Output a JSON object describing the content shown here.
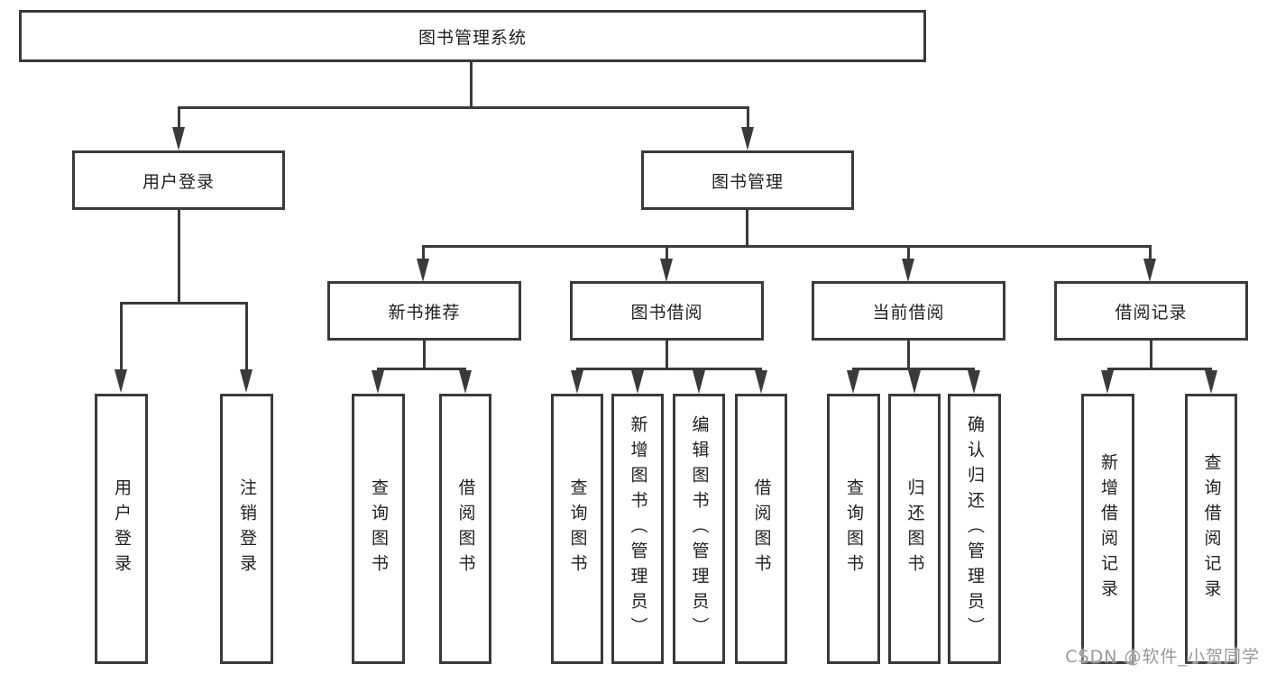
{
  "diagram": {
    "title": "图书管理系统",
    "root": {
      "label": "图书管理系统"
    },
    "branches": [
      {
        "label": "用户登录",
        "children": [
          {
            "label": "用户登录"
          },
          {
            "label": "注销登录"
          }
        ]
      },
      {
        "label": "图书管理",
        "children": [
          {
            "label": "新书推荐",
            "children": [
              {
                "label": "查询图书"
              },
              {
                "label": "借阅图书"
              }
            ]
          },
          {
            "label": "图书借阅",
            "children": [
              {
                "label": "查询图书"
              },
              {
                "label": "新增图书（管理员）"
              },
              {
                "label": "编辑图书（管理员）"
              },
              {
                "label": "借阅图书"
              }
            ]
          },
          {
            "label": "当前借阅",
            "children": [
              {
                "label": "查询图书"
              },
              {
                "label": "归还图书"
              },
              {
                "label": "确认归还（管理员）"
              }
            ]
          },
          {
            "label": "借阅记录",
            "children": [
              {
                "label": "新增借阅记录"
              },
              {
                "label": "查询借阅记录"
              }
            ]
          }
        ]
      }
    ]
  },
  "watermark": {
    "text": "CSDN @软件_小贺同学"
  },
  "colors": {
    "line": "#3a3a3a",
    "text": "#1f1f1f",
    "watermark": "#999999"
  }
}
